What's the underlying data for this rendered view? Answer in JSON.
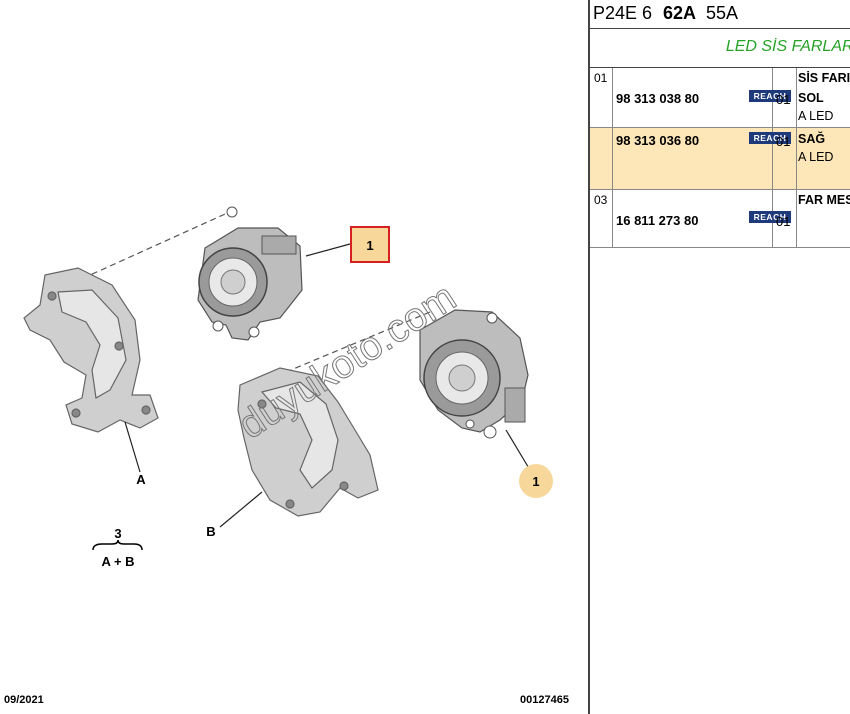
{
  "diagram": {
    "callouts": [
      "1",
      "1"
    ],
    "part_letters": [
      "A",
      "B"
    ],
    "kit": {
      "number": "3",
      "formula": "A + B"
    },
    "watermark": "duyukoto.com",
    "footer_date": "09/2021",
    "footer_code": "00127465"
  },
  "panel": {
    "header": {
      "prefix": "P24E 6",
      "bold": "62A",
      "suffix": "55A"
    },
    "section_title": "LED SİS FARLARI",
    "rows": [
      {
        "no": "01",
        "ref": "98 313 038 80",
        "reach": "REACH",
        "qty": "01",
        "desc1": "SİS FARI",
        "desc2": "SOL",
        "desc3": "A LED",
        "highlight": false
      },
      {
        "no": "",
        "ref": "98 313 036 80",
        "reach": "REACH",
        "qty": "01",
        "desc1": "SAĞ",
        "desc2": "A LED",
        "highlight": true
      },
      {
        "no": "03",
        "ref": "16 811 273 80",
        "reach": "REACH",
        "qty": "01",
        "desc1": "FAR MESNEDİ",
        "highlight": false
      }
    ],
    "colors": {
      "section_title": "#26a326",
      "highlight": "#fde7b8",
      "reach_badge": "#1e3a7a",
      "callout_box": "#d42020",
      "callout_circle": "#f7d79a"
    }
  }
}
